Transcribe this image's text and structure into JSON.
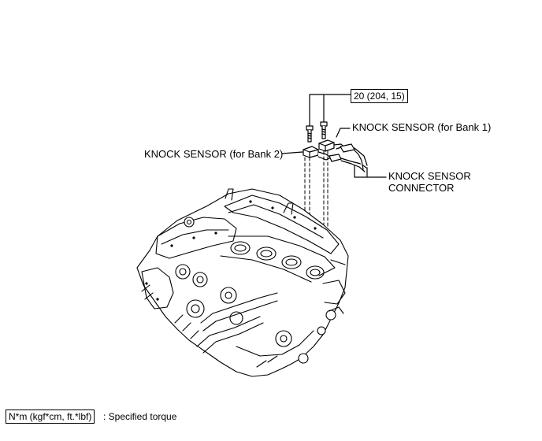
{
  "callouts": {
    "torque": "20 (204, 15)",
    "sensor_bank1": "KNOCK SENSOR (for Bank 1)",
    "sensor_bank2": "KNOCK SENSOR (for Bank 2)",
    "connector_line1": "KNOCK SENSOR",
    "connector_line2": "CONNECTOR"
  },
  "legend": {
    "unit_box": "N*m (kgf*cm, ft.*lbf)",
    "description": ": Specified torque"
  }
}
